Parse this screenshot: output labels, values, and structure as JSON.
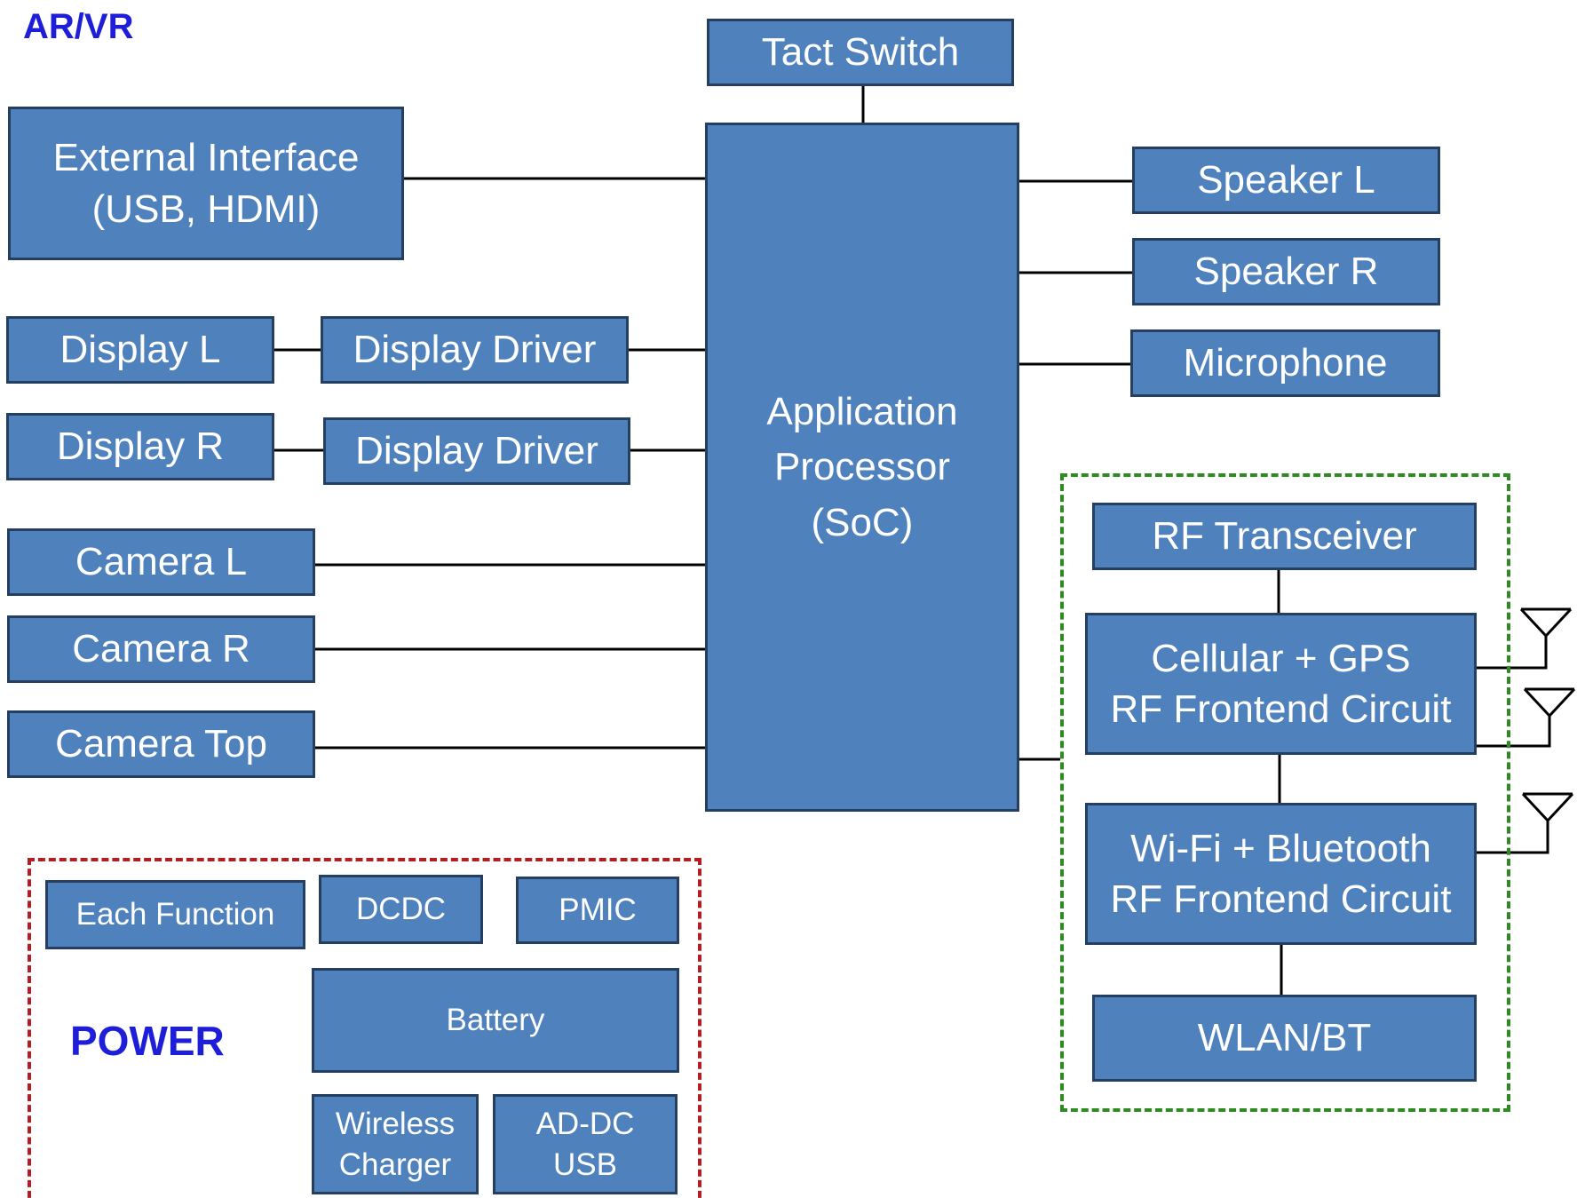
{
  "title": "AR/VR",
  "power_label": "POWER",
  "colors": {
    "box_fill": "#4f81bd",
    "box_border": "#243f60",
    "label_blue": "#1e1ed8",
    "power_group_border": "#b41e22",
    "rf_group_border": "#2e8b22"
  },
  "blocks": {
    "tact_switch": "Tact Switch",
    "application_processor": "Application\nProcessor\n(SoC)",
    "external_interface": "External Interface\n(USB, HDMI)",
    "display_l": "Display L",
    "display_r": "Display R",
    "display_driver_l": "Display Driver",
    "display_driver_r": "Display Driver",
    "camera_l": "Camera L",
    "camera_r": "Camera R",
    "camera_top": "Camera Top",
    "speaker_l": "Speaker L",
    "speaker_r": "Speaker R",
    "microphone": "Microphone",
    "rf_transceiver": "RF Transceiver",
    "cellular_gps_frontend": "Cellular + GPS\nRF Frontend Circuit",
    "wifi_bt_frontend": "Wi-Fi + Bluetooth\nRF Frontend Circuit",
    "wlan_bt": "WLAN/BT"
  },
  "power_blocks": {
    "each_function": "Each Function",
    "dcdc": "DCDC",
    "pmic": "PMIC",
    "battery": "Battery",
    "wireless_charger": "Wireless\nCharger",
    "adc_usb": "AD-DC\nUSB"
  },
  "antenna_icon": "antenna-icon"
}
